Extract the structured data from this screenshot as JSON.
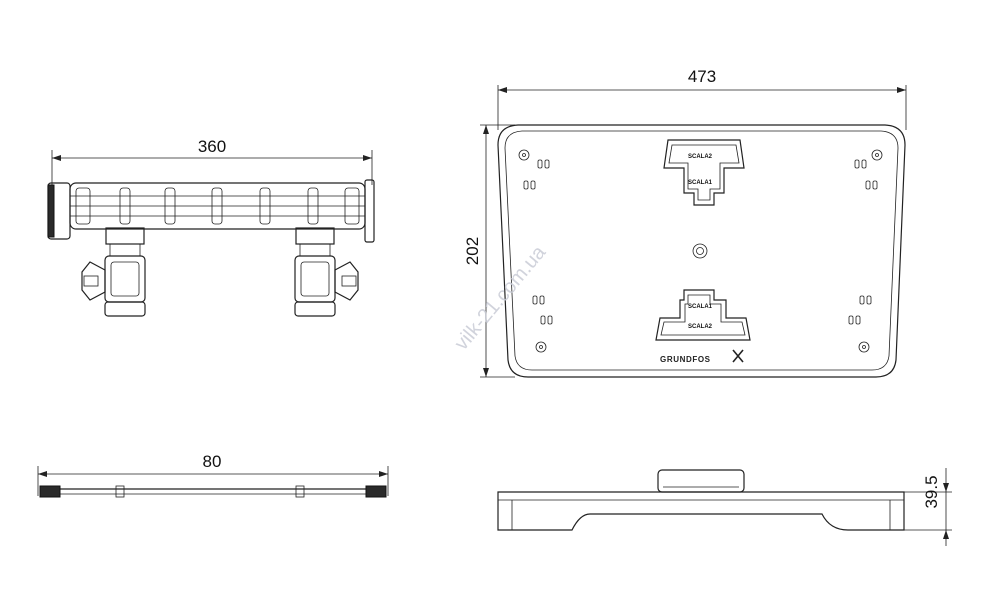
{
  "dimensions": {
    "manifold_width": "360",
    "plate_width": "473",
    "plate_height": "202",
    "side_width": "80",
    "base_height": "39.5"
  },
  "plate_labels": {
    "top_upper": "SCALA2",
    "top_lower": "SCALA1",
    "bottom_upper": "SCALA1",
    "bottom_lower": "SCALA2"
  },
  "brand": "GRUNDFOS",
  "watermark": "vilk-21.com.ua"
}
